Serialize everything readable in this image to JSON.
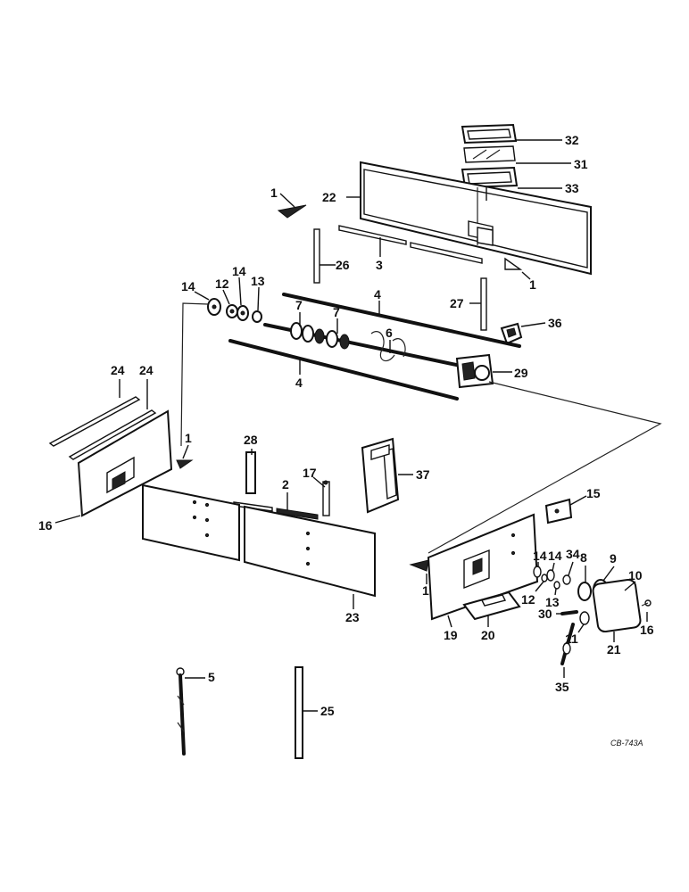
{
  "drawing_code": "CB-743A",
  "callouts": {
    "c1a": "1",
    "c1b": "1",
    "c1c": "1",
    "c1d": "1",
    "c2": "2",
    "c3": "3",
    "c4a": "4",
    "c4b": "4",
    "c5": "5",
    "c6": "6",
    "c7a": "7",
    "c7b": "7",
    "c8": "8",
    "c9": "9",
    "c10": "10",
    "c11": "11",
    "c12a": "12",
    "c12b": "12",
    "c13a": "13",
    "c13b": "13",
    "c14a": "14",
    "c14b": "14",
    "c14c": "14",
    "c14d": "14",
    "c15": "15",
    "c16a": "16",
    "c16b": "16",
    "c17": "17",
    "c19": "19",
    "c20": "20",
    "c21": "21",
    "c22": "22",
    "c23": "23",
    "c24a": "24",
    "c24b": "24",
    "c25": "25",
    "c26": "26",
    "c27": "27",
    "c28": "28",
    "c29": "29",
    "c30": "30",
    "c31": "31",
    "c32": "32",
    "c33": "33",
    "c34": "34",
    "c35": "35",
    "c36": "36",
    "c37": "37"
  }
}
